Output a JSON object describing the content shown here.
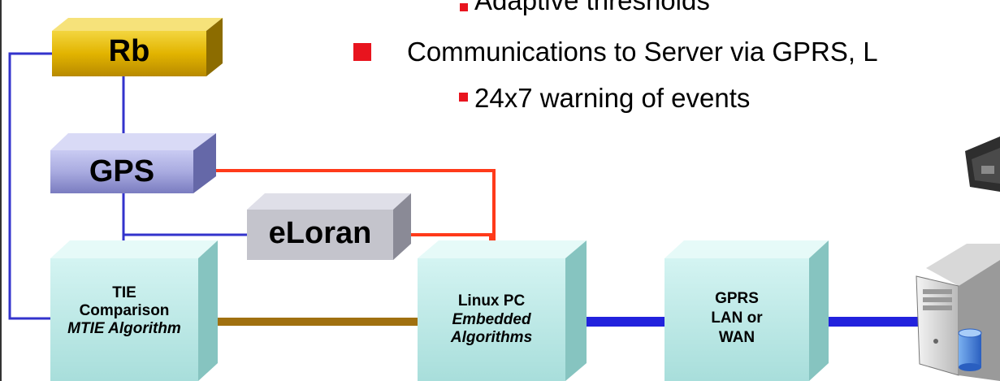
{
  "bullets": {
    "sub1": "Adaptive thresholds",
    "main": "Communications to Server via GPRS, L",
    "sub2": "24x7 warning of events"
  },
  "boxes": {
    "rb": "Rb",
    "gps": "GPS",
    "eloran": "eLoran",
    "tie": {
      "line1": "TIE",
      "line2": "Comparison",
      "line3": "MTIE Algorithm"
    },
    "linux": {
      "line1": "Linux PC",
      "line2": "Embedded",
      "line3": "Algorithms"
    },
    "gprs": {
      "line1": "GPRS",
      "line2": "LAN or",
      "line3": "WAN"
    }
  },
  "colors": {
    "bullet_red": "#e8141e",
    "rb_box": "#e2b400",
    "gps_box": "#a9abe0",
    "cube_box": "#b8e8e6",
    "link_blue": "#3333cc",
    "link_red": "#ff3a1a",
    "link_brown": "#a07010",
    "link_thick_blue": "#2222dd"
  },
  "icons": [
    "network-device-icon",
    "server-icon",
    "database-icon"
  ]
}
